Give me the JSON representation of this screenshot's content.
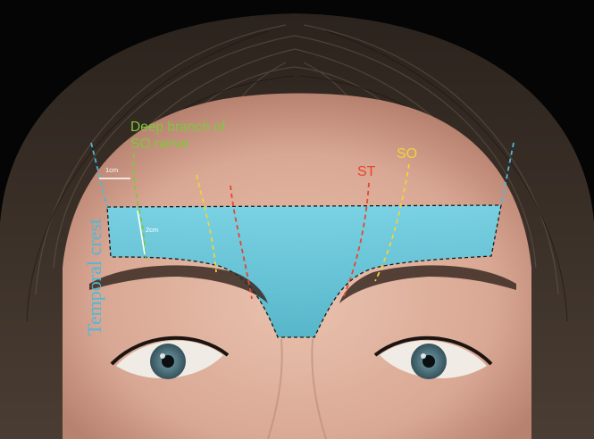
{
  "labels": {
    "deep_branch_line1": "Deep branch of",
    "deep_branch_line2": "SO nerve",
    "st": "ST",
    "so": "SO",
    "one_cm": "1cm",
    "two_cm": "2cm",
    "temporal_crest": "Temporal crest"
  },
  "colors": {
    "deep_branch": "#7ec83c",
    "st": "#e8442f",
    "so": "#f2d23c",
    "temporal_crest": "#4fb8d8",
    "measure": "#ffffff",
    "injection_zone": "#5fd0e8",
    "zone_outline": "#1a1a1a"
  }
}
